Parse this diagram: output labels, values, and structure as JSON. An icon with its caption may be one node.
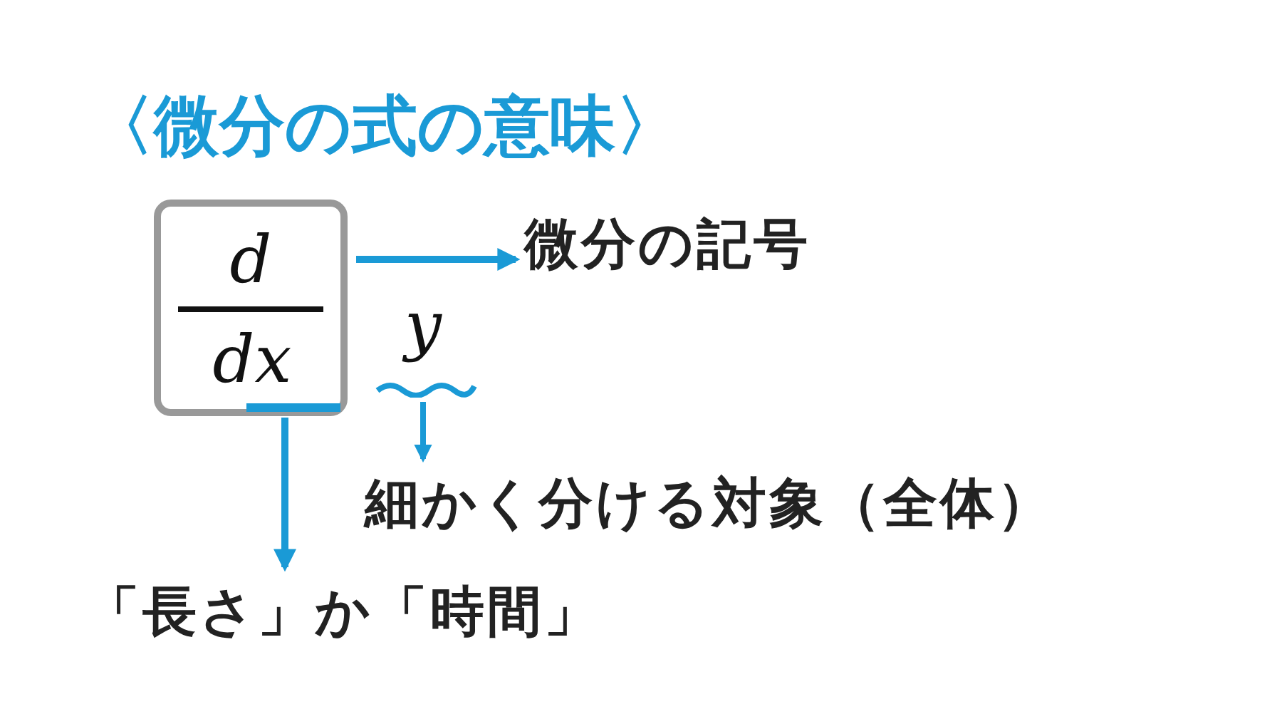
{
  "diagram": {
    "title": "〈微分の式の意味〉",
    "nodes": [
      {
        "text": [
          "d",
          "dx"
        ]
      },
      {
        "text": [
          "微分の記号"
        ]
      },
      {
        "text": [
          "y"
        ]
      },
      {
        "text": [
          "細かく分ける対象（全体）"
        ]
      },
      {
        "text": [
          "「長さ」か「時間」"
        ]
      }
    ],
    "edges": [
      {
        "from": 0,
        "to": 1,
        "arrow": "to"
      },
      {
        "from": 2,
        "to": 3,
        "arrow": "to"
      },
      {
        "from": 0,
        "to": 4,
        "arrow": "to"
      }
    ]
  }
}
